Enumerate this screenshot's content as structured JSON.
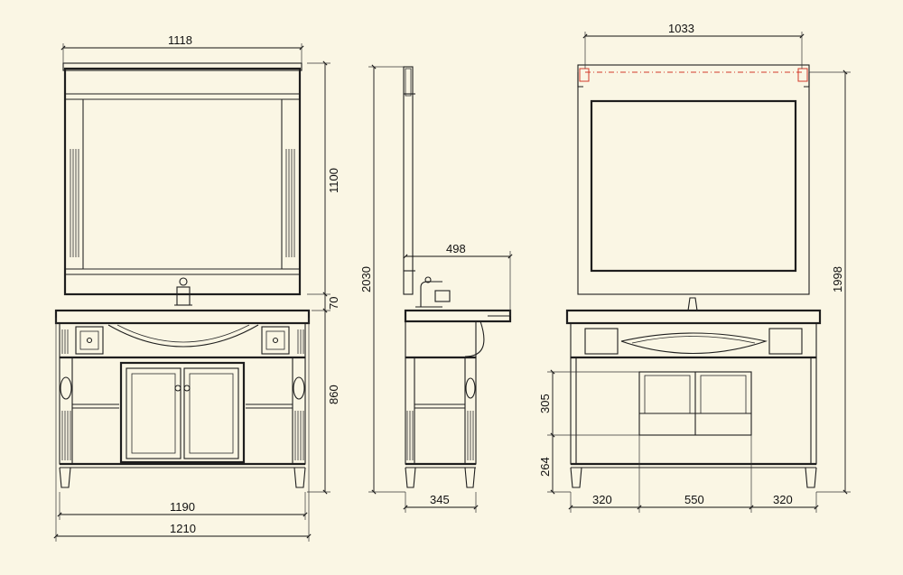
{
  "dimensions": {
    "front_mirror_width": "1118",
    "front_mirror_height": "1100",
    "front_gap": "70",
    "front_vanity_height": "860",
    "front_width_inner": "1190",
    "front_width_total": "1210",
    "side_total_height": "2030",
    "side_sink_depth": "498",
    "side_base_depth": "345",
    "rear_mirror_width": "1033",
    "rear_total_height": "1998",
    "rear_bracket_height": "305",
    "rear_leg_height": "264",
    "rear_left_offset": "320",
    "rear_center_span": "550",
    "rear_right_offset": "320"
  },
  "colors": {
    "background": "#faf6e4",
    "line": "#1e1e1e",
    "mount_accent": "#d23a2a"
  }
}
